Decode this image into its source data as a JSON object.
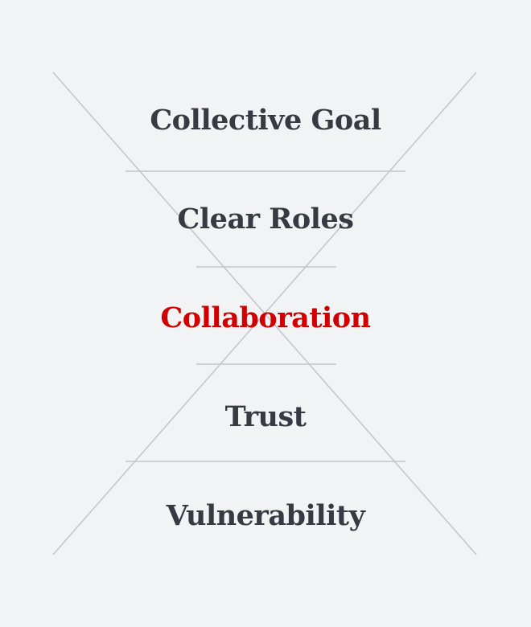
{
  "colors": {
    "background": "#f2f3f5",
    "text": "#363a43",
    "highlight": "#d00000",
    "lines": "#c4c6ca"
  },
  "diagram": {
    "shape": "hourglass",
    "tiers": [
      {
        "label": "Collective Goal",
        "highlighted": false
      },
      {
        "label": "Clear Roles",
        "highlighted": false
      },
      {
        "label": "Collaboration",
        "highlighted": true
      },
      {
        "label": "Trust",
        "highlighted": false
      },
      {
        "label": "Vulnerability",
        "highlighted": false
      }
    ]
  }
}
